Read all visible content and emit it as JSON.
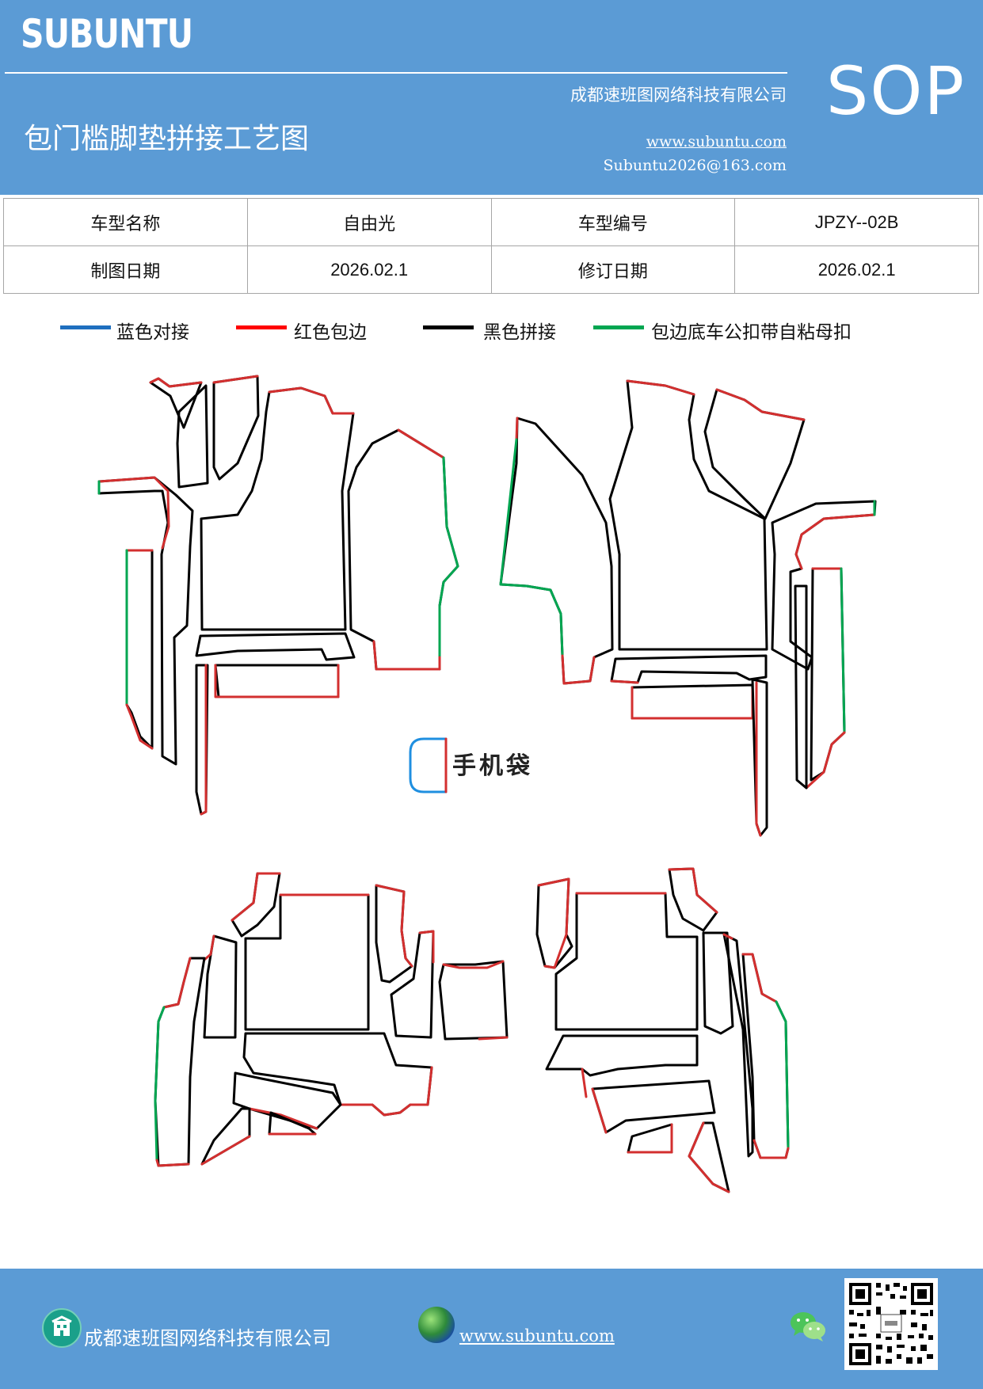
{
  "header": {
    "logo": "SUBUNTU",
    "company": "成都速班图网络科技有限公司",
    "title": "包门槛脚垫拼接工艺图",
    "website": "www.subuntu.com",
    "email": "Subuntu2026@163.com",
    "badge": "SOP"
  },
  "info": {
    "model_name_label": "车型名称",
    "model_name": "自由光",
    "model_no_label": "车型编号",
    "model_no": "JPZY--02B",
    "draw_date_label": "制图日期",
    "draw_date": "2026.02.1",
    "rev_date_label": "修订日期",
    "rev_date": "2026.02.1"
  },
  "legend": [
    {
      "label": "蓝色对接",
      "color": "#1f6fbf"
    },
    {
      "label": "红色包边",
      "color": "#ff0000"
    },
    {
      "label": "黑色拼接",
      "color": "#000000"
    },
    {
      "label": "包边底车公扣带自粘母扣",
      "color": "#00a651"
    }
  ],
  "diagram": {
    "phone_pocket_label": "手机袋"
  },
  "footer": {
    "company": "成都速班图网络科技有限公司",
    "website": "www.subuntu.com",
    "icons": [
      "building-icon",
      "globe-icon",
      "wechat-icon",
      "qr-code"
    ]
  }
}
